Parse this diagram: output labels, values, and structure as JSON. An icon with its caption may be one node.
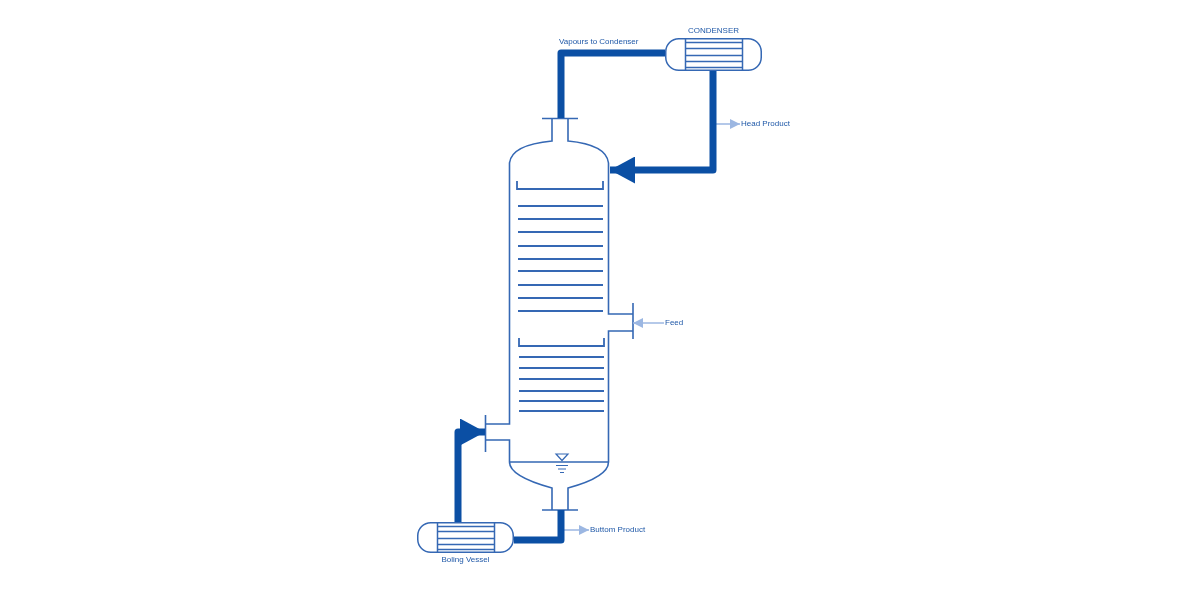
{
  "diagram": {
    "nodes": [
      {
        "text": [
          "CONDENSER"
        ]
      },
      {
        "text": [],
        "shape": "column"
      },
      {
        "text": [
          "Head Product"
        ]
      },
      {
        "text": [
          "Feed"
        ]
      },
      {
        "text": [
          "Buttom Product"
        ]
      },
      {
        "text": [
          "Boling Vessel"
        ]
      }
    ],
    "edges": [
      {
        "from": 1,
        "to": 0,
        "arrow": "none",
        "label": "Vapours to Condenser"
      },
      {
        "from": 0,
        "to": 1,
        "arrow": "to"
      },
      {
        "from": 0,
        "to": 2,
        "arrow": "to",
        "color": "#9cb7e2"
      },
      {
        "from": 3,
        "to": 1,
        "arrow": "to",
        "color": "#9cb7e2"
      },
      {
        "from": 5,
        "to": 1,
        "arrow": "to"
      },
      {
        "from": 1,
        "to": 5,
        "arrow": "none"
      },
      {
        "from": 1,
        "to": 4,
        "arrow": "to",
        "color": "#9cb7e2"
      }
    ]
  }
}
